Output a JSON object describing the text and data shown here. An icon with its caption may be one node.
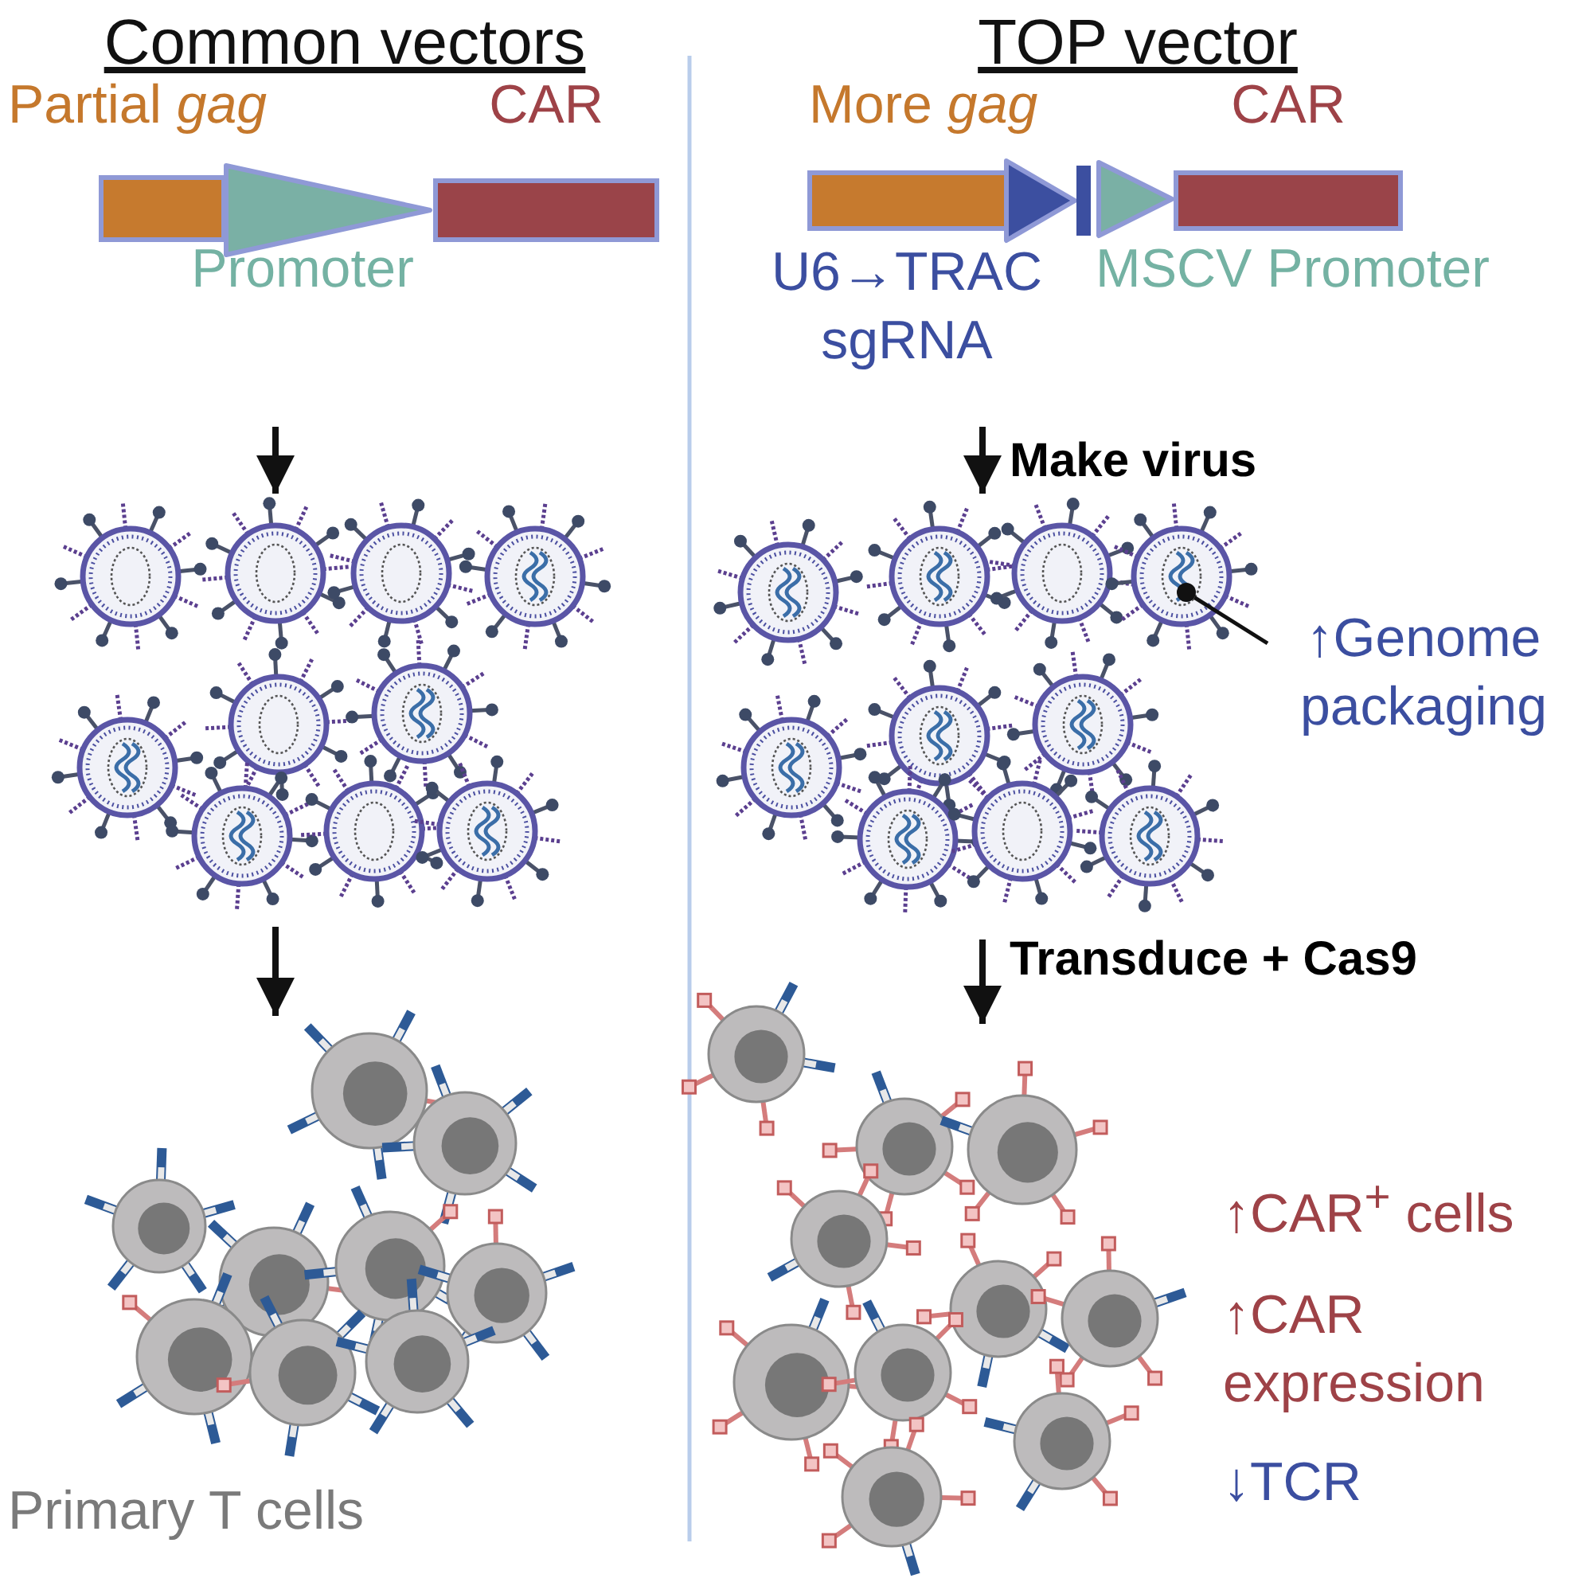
{
  "diagram": {
    "nodes": [
      {
        "text": [
          "Partial *gag*"
        ]
      },
      {
        "text": [
          "Promoter"
        ]
      },
      {
        "text": [
          "CAR"
        ]
      },
      {
        "text": [],
        "shape": "picture"
      },
      {
        "text": [],
        "shape": "picture",
        "beside": [
          "Primary T cells"
        ]
      },
      {
        "text": [
          "More *gag*"
        ]
      },
      {
        "text": [
          "U6→TRAC sgRNA"
        ]
      },
      {
        "text": [],
        "shape": "bar"
      },
      {
        "text": [
          "MSCV Promoter"
        ]
      },
      {
        "text": [
          "CAR"
        ]
      },
      {
        "text": [],
        "shape": "picture"
      },
      {
        "text": [
          "↑Genome packaging"
        ]
      },
      {
        "text": [],
        "shape": "circle",
        "in": 10
      },
      {
        "text": [],
        "shape": "picture",
        "beside": [
          "↑CAR$^{+}$ cells",
          "↑CAR expression",
          "↓TCR"
        ]
      }
    ],
    "edges": [
      {
        "from": null,
        "to": 3,
        "arrow": "to"
      },
      {
        "from": 3,
        "to": 4,
        "arrow": "to"
      },
      {
        "from": null,
        "to": 10,
        "label": "Make virus",
        "arrow": "to"
      },
      {
        "from": 10,
        "to": 13,
        "label": "Transduce + Cas9",
        "arrow": "to"
      },
      {
        "from": 11,
        "to": 12,
        "arrow": "none"
      }
    ],
    "labels": [
      "Common vectors",
      "TOP vector"
    ]
  }
}
